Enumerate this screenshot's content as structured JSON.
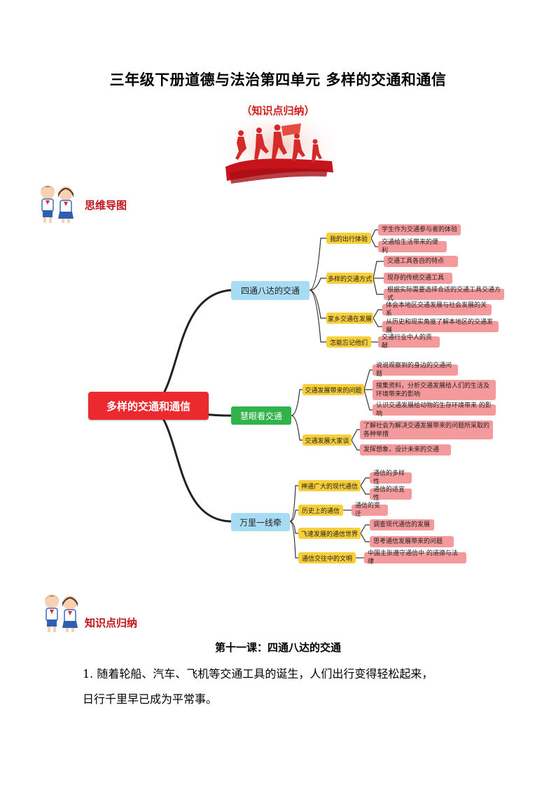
{
  "title": "三年级下册道德与法治第四单元  多样的交通和通信",
  "subtitle": "（知识点归纳）",
  "sections": {
    "mindmap_label": "思维导图",
    "knowledge_label": "知识点归纳"
  },
  "mindmap": {
    "center": "多样的交通和通信",
    "branches": [
      {
        "label": "四通八达的交通",
        "subs": [
          {
            "label": "我的出行体验",
            "leaves": [
              "学生作为交通参与者的体验",
              "交通给生活带来的便利"
            ]
          },
          {
            "label": "多样的交通方式",
            "leaves": [
              "交通工具各自的特点",
              "现存的传统交通工具",
              "根据实际需要选择合适的交通工具交通方式"
            ]
          },
          {
            "label": "家乡交通在发展",
            "leaves": [
              "体会本地区交通发展与社会发展的关系",
              "从历史和现实角度了解本地区的交通发展"
            ]
          },
          {
            "label": "怎能忘记他们",
            "leaves": [
              "交通行业中人的贡献"
            ]
          }
        ]
      },
      {
        "label": "慧眼看交通",
        "subs": [
          {
            "label": "交通发展带来的问题",
            "leaves": [
              "说说观察到的身边的交通问题",
              "搜集资料，分析交通发展给人们的生活及环境带来的影响",
              "认识交通发展给动物的生存环境带来 的影响"
            ]
          },
          {
            "label": "交通发展大家谈",
            "leaves": [
              "了解社会为解决交通发展带来的问题所采取的各种举措",
              "发挥想象，设计未来的交通"
            ]
          }
        ]
      },
      {
        "label": "万里一线牵",
        "subs": [
          {
            "label": "神通广大的现代通信",
            "leaves": [
              "通信的多样性",
              "通信的适宜性"
            ]
          },
          {
            "label": "历史上的通信",
            "leaves": [
              "通信的变迁"
            ]
          },
          {
            "label": "飞速发展的通信世界",
            "leaves": [
              "调查现代通信的发展",
              "思考通信发展带来的问题"
            ]
          },
          {
            "label": "通信交往中的文明",
            "leaves": [
              "中国主张遵守通信中 的道德与法律"
            ]
          }
        ]
      }
    ]
  },
  "lesson": {
    "title": "第十一课：四通八达的交通",
    "paragraph_line1": "1. 随着轮船、汽车、飞机等交通工具的诞生，人们出行变得轻松起来，",
    "paragraph_line2": "日行千里早已成为平常事。"
  },
  "colors": {
    "title_red": "#d21b1b",
    "center_red": "#ea2a2f",
    "branch_blue": "#a8dcf5",
    "branch_green": "#2fb34a",
    "sub_yellow": "#f7cf3a",
    "leaf_pink": "#f59a9c"
  },
  "icons": [
    "sports-runners-banner-image",
    "two-students-icon"
  ]
}
